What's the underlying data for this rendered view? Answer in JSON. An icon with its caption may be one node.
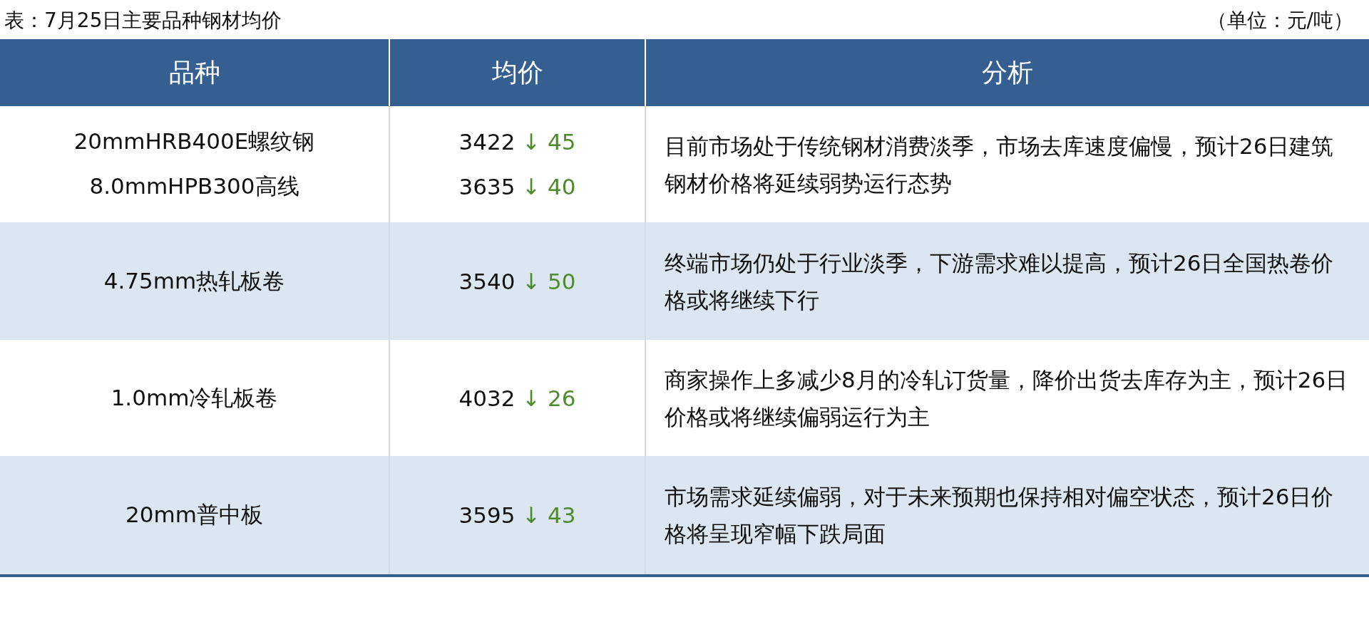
{
  "diagram": {
    "title": "表：7月25日主要品种钢材均价",
    "labels": [
      "（单位：元/吨）",
      "品种",
      "均价",
      "分析",
      "20mmHRB400E螺纹钢",
      "3422 ↓ 45",
      "目前市场处于传统钢材消费淡季，市场去库速度偏慢，预计26日建筑钢材价格将延续弱势运行态势",
      "8.0mmHPB300高线",
      "3635 ↓ 40",
      "4.75mm热轧板卷",
      "3540 ↓ 50",
      "终端市场仍处于行业淡季，下游需求难以提高，预计26日全国热卷价格或将继续下行",
      "1.0mm冷轧板卷",
      "4032 ↓ 26",
      "商家操作上多减少8月的冷轧订货量，降价出货去库存为主，预计26日价格或将继续偏弱运行为主",
      "20mm普中板",
      "3595 ↓ 43",
      "市场需求延续偏弱，对于未来预期也保持相对偏空状态，预计26日价格将呈现窄幅下跌局面"
    ]
  }
}
